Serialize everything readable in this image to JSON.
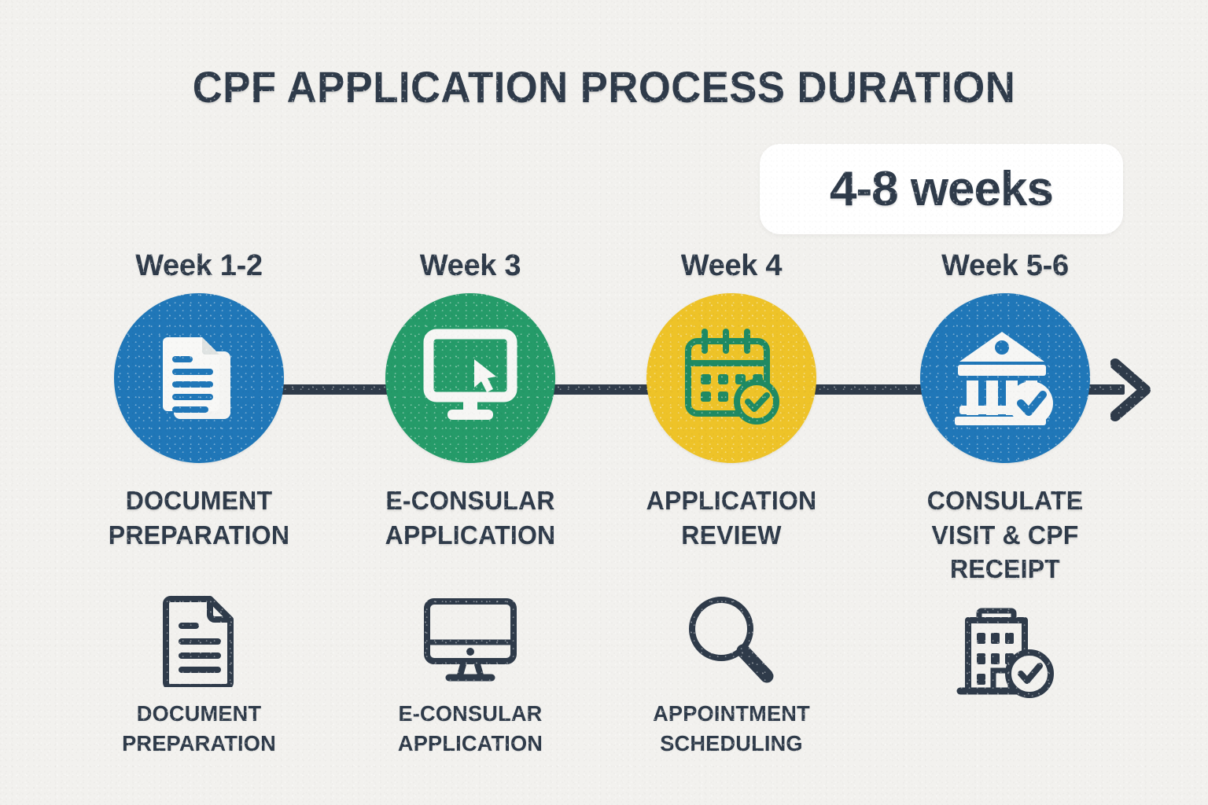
{
  "page": {
    "title": "CPF APPLICATION PROCESS DURATION",
    "background_color": "#f2f1ee",
    "text_color": "#2f3b4a"
  },
  "badge": {
    "label": "4-8 weeks",
    "background_color": "#ffffff"
  },
  "timeline": {
    "arrow_icon": "arrow-right-icon",
    "line_color": "#2f3b4a",
    "steps": [
      {
        "week": "Week 1-2",
        "label": "DOCUMENT PREPARATION",
        "label_lines": [
          "DOCUMENT",
          "PREPARATION"
        ],
        "color": "#2077b8",
        "icon": "documents-icon"
      },
      {
        "week": "Week 3",
        "label": "E-CONSULAR APPLICATION",
        "label_lines": [
          "E-CONSULAR",
          "APPLICATION"
        ],
        "color": "#259b69",
        "icon": "monitor-cursor-icon"
      },
      {
        "week": "Week 4",
        "label": "APPLICATION REVIEW",
        "label_lines": [
          "APPLICATION",
          "REVIEW"
        ],
        "color": "#eec328",
        "icon": "calendar-check-icon"
      },
      {
        "week": "Week 5-6",
        "label": "CONSULATE VISIT & CPF RECEIPT",
        "label_lines": [
          "CONSULATE",
          "VISIT & CPF",
          "RECEIPT"
        ],
        "color": "#2077b8",
        "icon": "bank-check-icon"
      }
    ]
  },
  "bottom_row": [
    {
      "icon": "document-outline-icon",
      "label": "DOCUMENT PREPARATION",
      "label_lines": [
        "DOCUMENT",
        "PREPARATION"
      ]
    },
    {
      "icon": "monitor-outline-icon",
      "label": "E-CONSULAR APPLICATION",
      "label_lines": [
        "E-CONSULAR",
        "APPLICATION"
      ]
    },
    {
      "icon": "magnifier-outline-icon",
      "label": "APPOINTMENT SCHEDULING",
      "label_lines": [
        "APPOINTMENT",
        "SCHEDULING"
      ]
    },
    {
      "icon": "building-check-outline-icon",
      "label": "",
      "label_lines": []
    }
  ]
}
